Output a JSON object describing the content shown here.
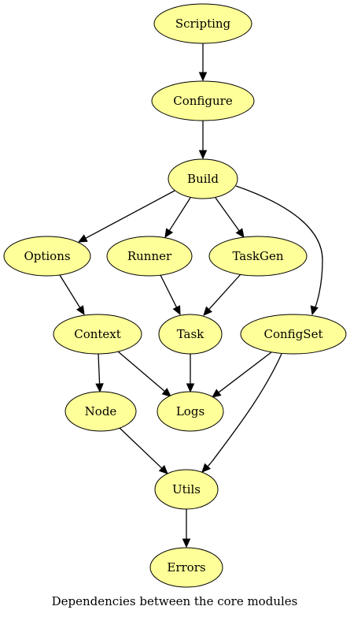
{
  "diagram": {
    "caption": "Dependencies between the core modules",
    "node_fill": "#ffff99",
    "nodes": [
      {
        "id": "scripting",
        "label": "Scripting"
      },
      {
        "id": "configure",
        "label": "Configure"
      },
      {
        "id": "build",
        "label": "Build"
      },
      {
        "id": "options",
        "label": "Options"
      },
      {
        "id": "runner",
        "label": "Runner"
      },
      {
        "id": "taskgen",
        "label": "TaskGen"
      },
      {
        "id": "context",
        "label": "Context"
      },
      {
        "id": "task",
        "label": "Task"
      },
      {
        "id": "configset",
        "label": "ConfigSet"
      },
      {
        "id": "node",
        "label": "Node"
      },
      {
        "id": "logs",
        "label": "Logs"
      },
      {
        "id": "utils",
        "label": "Utils"
      },
      {
        "id": "errors",
        "label": "Errors"
      }
    ],
    "edges": [
      {
        "from": "scripting",
        "to": "configure"
      },
      {
        "from": "configure",
        "to": "build"
      },
      {
        "from": "build",
        "to": "options"
      },
      {
        "from": "build",
        "to": "runner"
      },
      {
        "from": "build",
        "to": "taskgen"
      },
      {
        "from": "build",
        "to": "configset"
      },
      {
        "from": "options",
        "to": "context"
      },
      {
        "from": "runner",
        "to": "task"
      },
      {
        "from": "taskgen",
        "to": "task"
      },
      {
        "from": "context",
        "to": "node"
      },
      {
        "from": "context",
        "to": "logs"
      },
      {
        "from": "task",
        "to": "logs"
      },
      {
        "from": "configset",
        "to": "logs"
      },
      {
        "from": "configset",
        "to": "utils"
      },
      {
        "from": "node",
        "to": "utils"
      },
      {
        "from": "utils",
        "to": "errors"
      }
    ]
  }
}
